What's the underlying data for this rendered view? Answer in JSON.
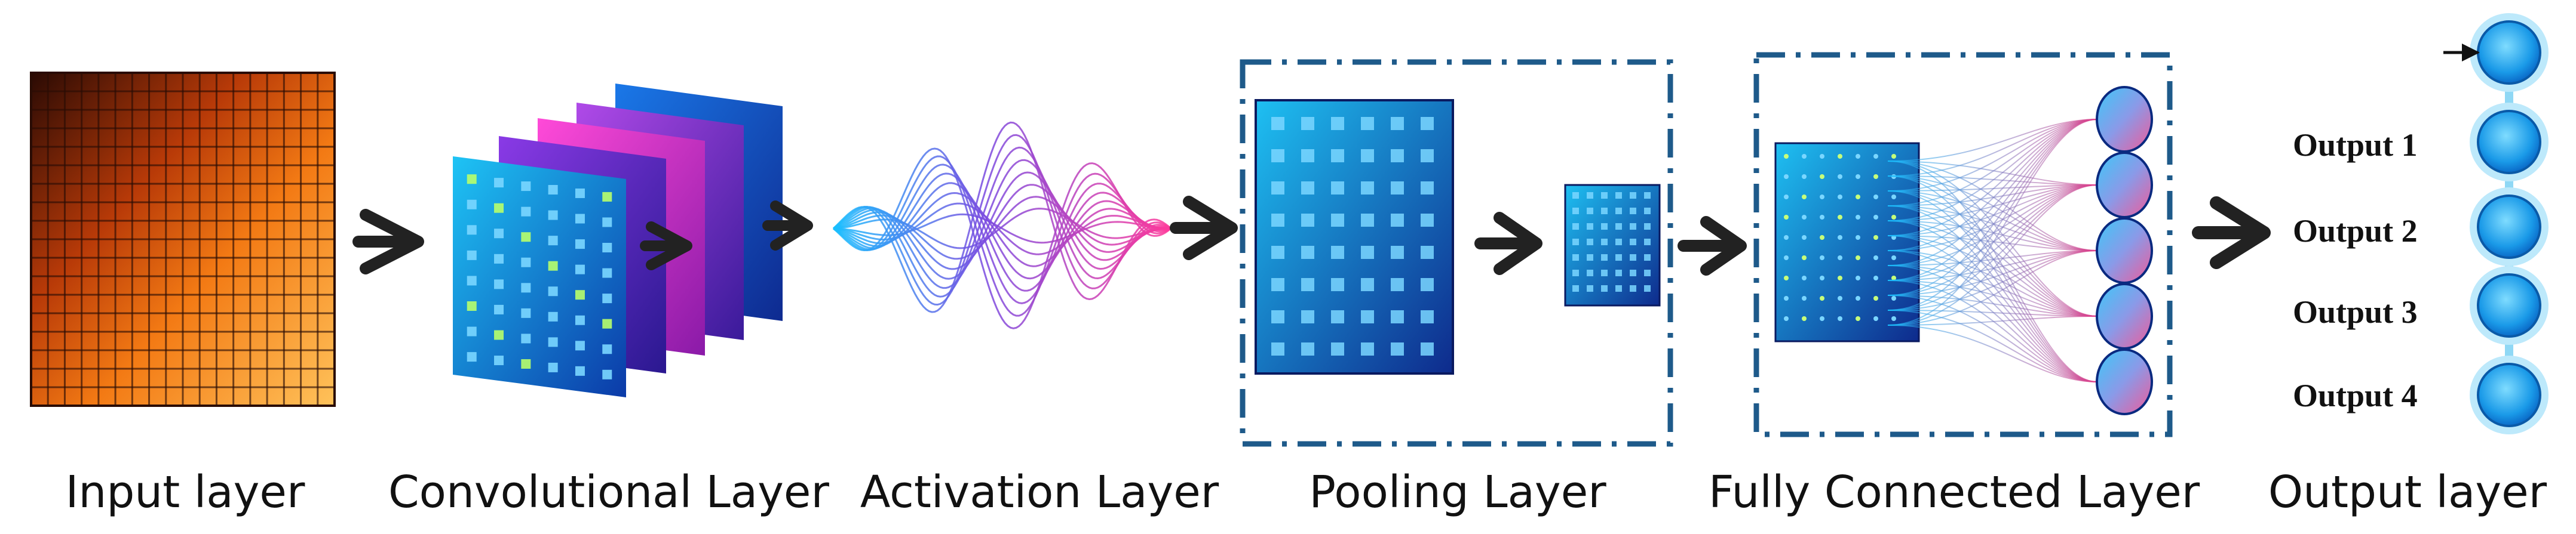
{
  "stages": [
    {
      "key": "input",
      "label": "Input layer"
    },
    {
      "key": "conv",
      "label": "Convolutional Layer"
    },
    {
      "key": "activation",
      "label": "Activation Layer"
    },
    {
      "key": "pooling",
      "label": "Pooling Layer"
    },
    {
      "key": "fc",
      "label": "Fully Connected Layer"
    },
    {
      "key": "output",
      "label": "Output layer"
    }
  ],
  "outputs": [
    "Output 1",
    "Output 2",
    "Output 3",
    "Output 4"
  ],
  "colors": {
    "input_dark": "#3a1206",
    "input_orange": "#ff6a00",
    "input_light": "#ffc25a",
    "conv_cyan": "#18b4f0",
    "conv_blue": "#1230a8",
    "conv_magenta": "#ff3ad0",
    "conv_purple": "#7a2ad8",
    "wave_blue": "#1e8cff",
    "wave_purple": "#9a3ae0",
    "wave_pink": "#ff4aa8",
    "dash_border": "#1e5a8a",
    "arrow": "#222222",
    "neuron_cyan": "#3ec8f8",
    "neuron_pink": "#f06aa0",
    "output_ring": "#8fd8f5",
    "output_fill": "#1a9ae8"
  },
  "icons": [
    "arrow-right-icon",
    "input-arrow-icon"
  ]
}
